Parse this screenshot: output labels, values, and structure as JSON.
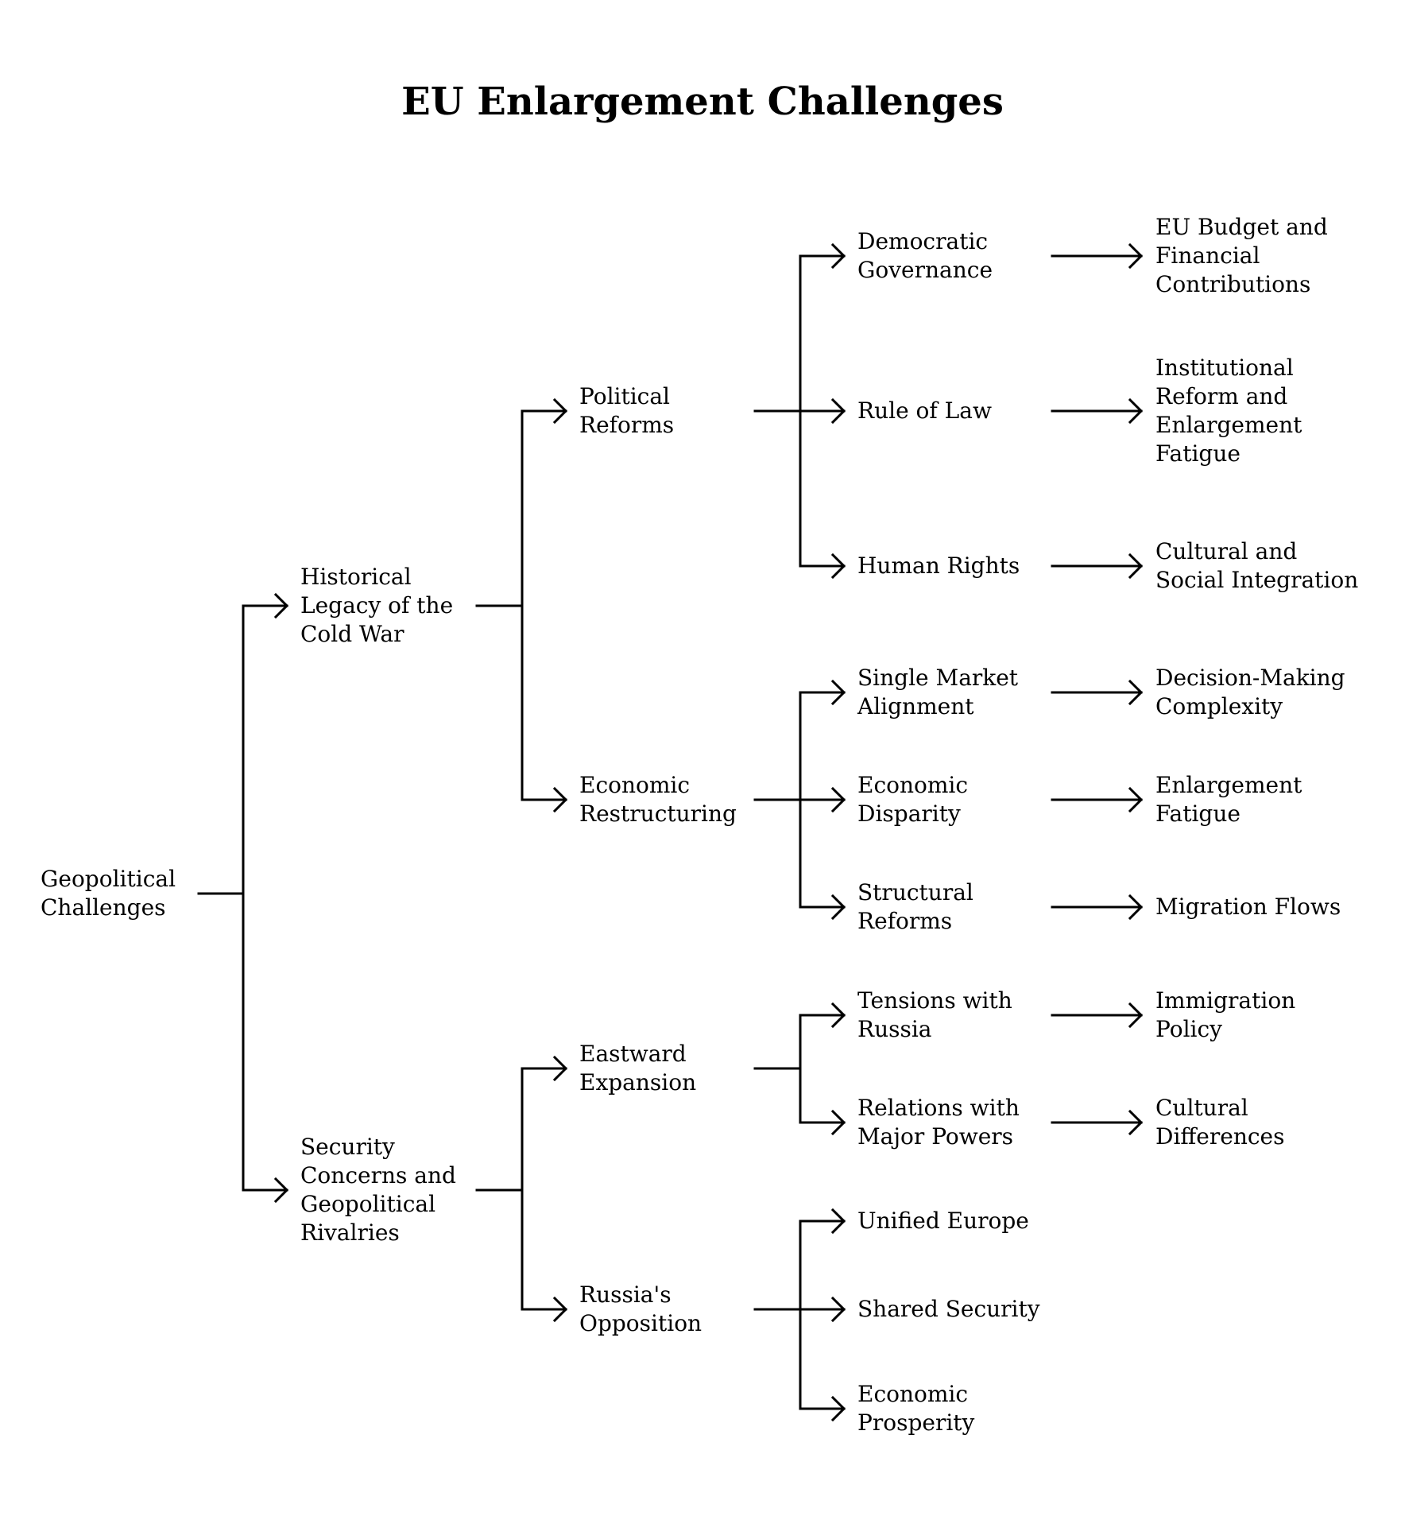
{
  "title": "EU Enlargement Challenges",
  "nodes": {
    "root": "Geopolitical\nChallenges",
    "historical_legacy": "Historical\nLegacy of the\nCold War",
    "security_concerns": "Security\nConcerns and\nGeopolitical\nRivalries",
    "political_reforms": "Political\nReforms",
    "economic_restructuring": "Economic\nRestructuring",
    "eastward_expansion": "Eastward\nExpansion",
    "russias_opposition": "Russia's\nOpposition",
    "democratic_governance": "Democratic\nGovernance",
    "rule_of_law": "Rule of Law",
    "human_rights": "Human Rights",
    "single_market_alignment": "Single Market\nAlignment",
    "economic_disparity": "Economic\nDisparity",
    "structural_reforms": "Structural\nReforms",
    "tensions_with_russia": "Tensions with\nRussia",
    "relations_with_major_powers": "Relations with\nMajor Powers",
    "unified_europe": "Unified Europe",
    "shared_security": "Shared Security",
    "economic_prosperity": "Economic\nProsperity",
    "eu_budget": "EU Budget and\nFinancial\nContributions",
    "institutional_reform": "Institutional\nReform and\nEnlargement\nFatigue",
    "cultural_social_integration": "Cultural and\nSocial Integration",
    "decision_making_complexity": "Decision-Making\nComplexity",
    "enlargement_fatigue": "Enlargement\nFatigue",
    "migration_flows": "Migration Flows",
    "immigration_policy": "Immigration\nPolicy",
    "cultural_differences": "Cultural\nDifferences"
  },
  "edges": [
    [
      "root",
      "historical_legacy"
    ],
    [
      "root",
      "security_concerns"
    ],
    [
      "historical_legacy",
      "political_reforms"
    ],
    [
      "historical_legacy",
      "economic_restructuring"
    ],
    [
      "security_concerns",
      "eastward_expansion"
    ],
    [
      "security_concerns",
      "russias_opposition"
    ],
    [
      "political_reforms",
      "democratic_governance"
    ],
    [
      "political_reforms",
      "rule_of_law"
    ],
    [
      "political_reforms",
      "human_rights"
    ],
    [
      "economic_restructuring",
      "single_market_alignment"
    ],
    [
      "economic_restructuring",
      "economic_disparity"
    ],
    [
      "economic_restructuring",
      "structural_reforms"
    ],
    [
      "eastward_expansion",
      "tensions_with_russia"
    ],
    [
      "eastward_expansion",
      "relations_with_major_powers"
    ],
    [
      "russias_opposition",
      "unified_europe"
    ],
    [
      "russias_opposition",
      "shared_security"
    ],
    [
      "russias_opposition",
      "economic_prosperity"
    ],
    [
      "democratic_governance",
      "eu_budget"
    ],
    [
      "rule_of_law",
      "institutional_reform"
    ],
    [
      "human_rights",
      "cultural_social_integration"
    ],
    [
      "single_market_alignment",
      "decision_making_complexity"
    ],
    [
      "economic_disparity",
      "enlargement_fatigue"
    ],
    [
      "structural_reforms",
      "migration_flows"
    ],
    [
      "tensions_with_russia",
      "immigration_policy"
    ],
    [
      "relations_with_major_powers",
      "cultural_differences"
    ]
  ]
}
